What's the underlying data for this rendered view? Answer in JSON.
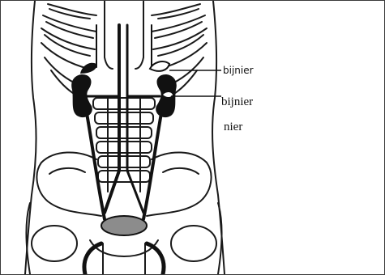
{
  "diagram": {
    "labels": {
      "top": "bijnier",
      "middle": "bijnier",
      "bottom": "nier"
    },
    "colors": {
      "outline": "#1a1a1a",
      "organ": "#111111",
      "bladder": "#8c8c8c",
      "background": "#ffffff"
    }
  }
}
